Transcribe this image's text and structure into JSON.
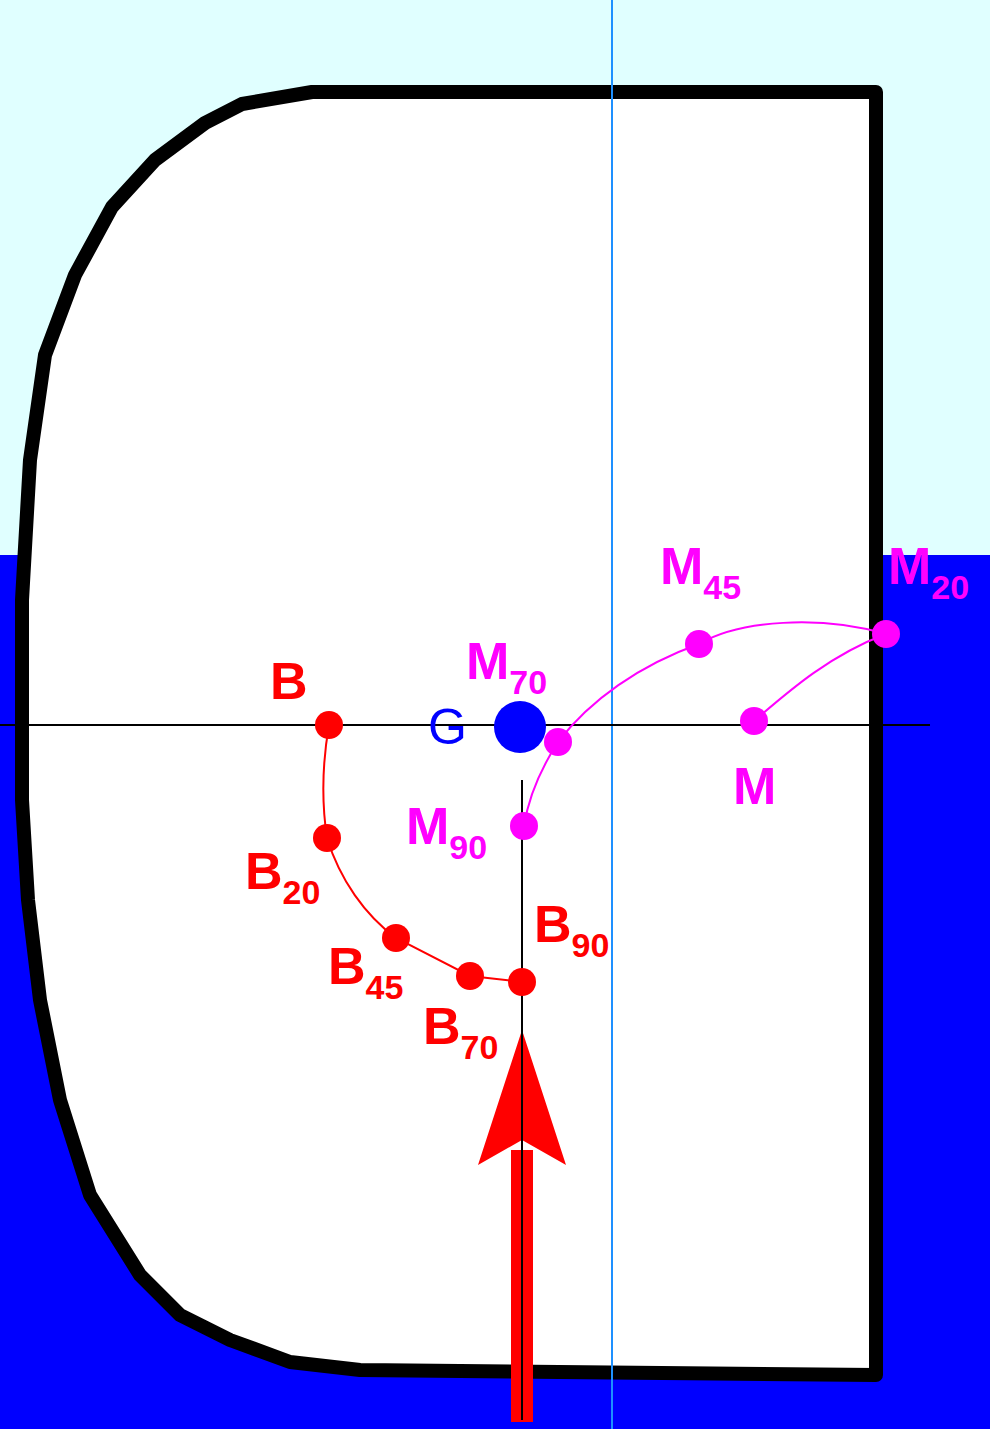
{
  "diagram": {
    "labels": [
      "M45",
      "M20",
      "M70",
      "B",
      "G",
      "M",
      "M90",
      "B20",
      "B90",
      "B45",
      "B70"
    ]
  }
}
